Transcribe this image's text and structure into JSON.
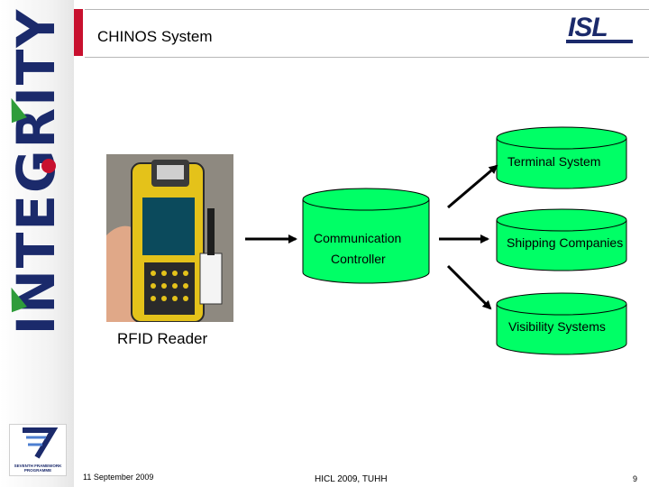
{
  "slide": {
    "title": "CHINOS System",
    "brand_vertical": "INTEGRITY",
    "isl_logo": "ISL",
    "fp7_logo_text": "SEVENTH FRAMEWORK PROGRAMME"
  },
  "diagram": {
    "photo_label": "RFID Reader",
    "nodes": {
      "communication_controller": [
        "Communication",
        "Controller"
      ],
      "terminal_system": "Terminal System",
      "shipping_companies": "Shipping Companies",
      "visibility_systems": "Visibility Systems"
    }
  },
  "footer": {
    "date": "11 September 2009",
    "event": "HICL 2009, TUHH",
    "page_number": "9"
  },
  "colors": {
    "cylinder_fill": "#00ff66",
    "cylinder_stroke": "#000000",
    "brand_navy": "#1b2a6b",
    "brand_green": "#2f9c3a",
    "accent_red": "#c8102e"
  }
}
